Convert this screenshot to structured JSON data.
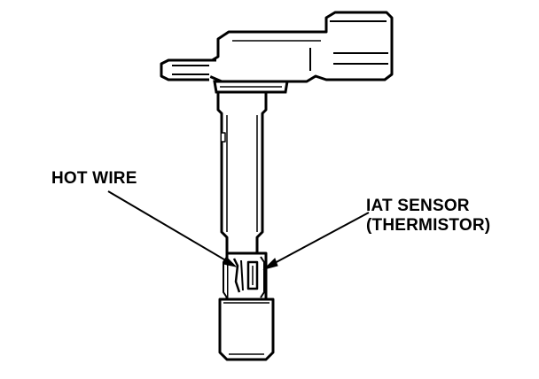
{
  "labels": {
    "hot_wire": "HOT WIRE",
    "iat_sensor_line1": "IAT SENSOR",
    "iat_sensor_line2": "(THERMISTOR)"
  },
  "colors": {
    "ink": "#000000",
    "paper": "#ffffff"
  }
}
